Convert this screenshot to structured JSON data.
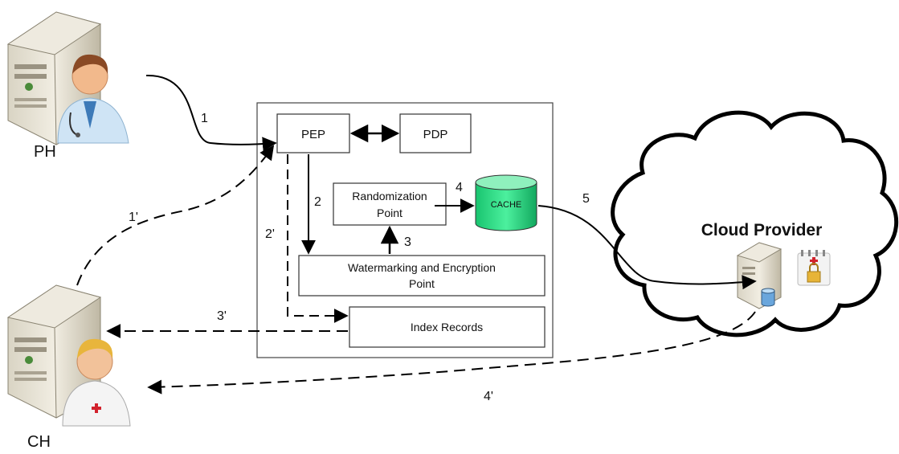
{
  "actors": {
    "ph": {
      "label": "PH"
    },
    "ch": {
      "label": "CH"
    }
  },
  "components": {
    "pep": "PEP",
    "pdp": "PDP",
    "randomization_line1": "Randomization",
    "randomization_line2": "Point",
    "cache": "CACHE",
    "watermark_line1": "Watermarking and Encryption",
    "watermark_line2": "Point",
    "index": "Index Records"
  },
  "cloud": {
    "title": "Cloud Provider"
  },
  "steps": {
    "s1": "1",
    "s2": "2",
    "s3": "3",
    "s4": "4",
    "s5": "5",
    "s1p": "1'",
    "s2p": "2'",
    "s3p": "3'",
    "s4p": "4'"
  },
  "colors": {
    "cache_fill": "#2ee38a",
    "cache_top": "#8ff0bd",
    "line": "#000000",
    "box_border": "#333333"
  }
}
